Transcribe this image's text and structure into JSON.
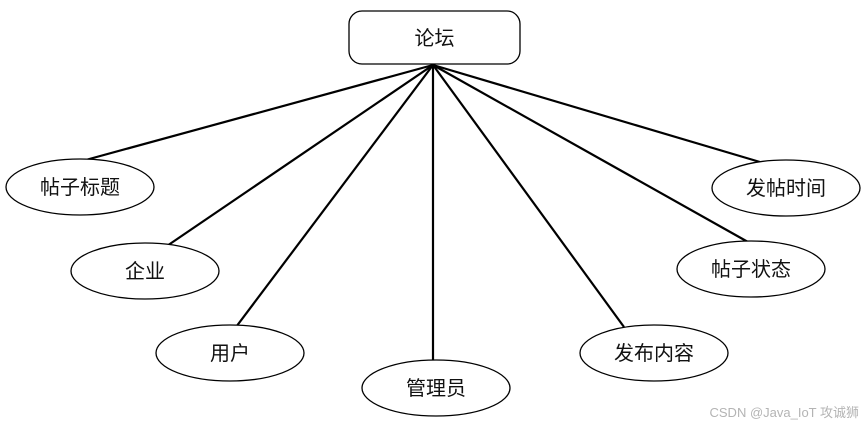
{
  "diagram": {
    "central": {
      "label": "论坛"
    },
    "attributes": [
      {
        "id": "post-title",
        "label": "帖子标题"
      },
      {
        "id": "enterprise",
        "label": "企业"
      },
      {
        "id": "user",
        "label": "用户"
      },
      {
        "id": "admin",
        "label": "管理员"
      },
      {
        "id": "post-content",
        "label": "发布内容"
      },
      {
        "id": "post-status",
        "label": "帖子状态"
      },
      {
        "id": "post-time",
        "label": "发帖时间"
      }
    ]
  },
  "watermark": "CSDN @Java_IoT 攻诚狮"
}
